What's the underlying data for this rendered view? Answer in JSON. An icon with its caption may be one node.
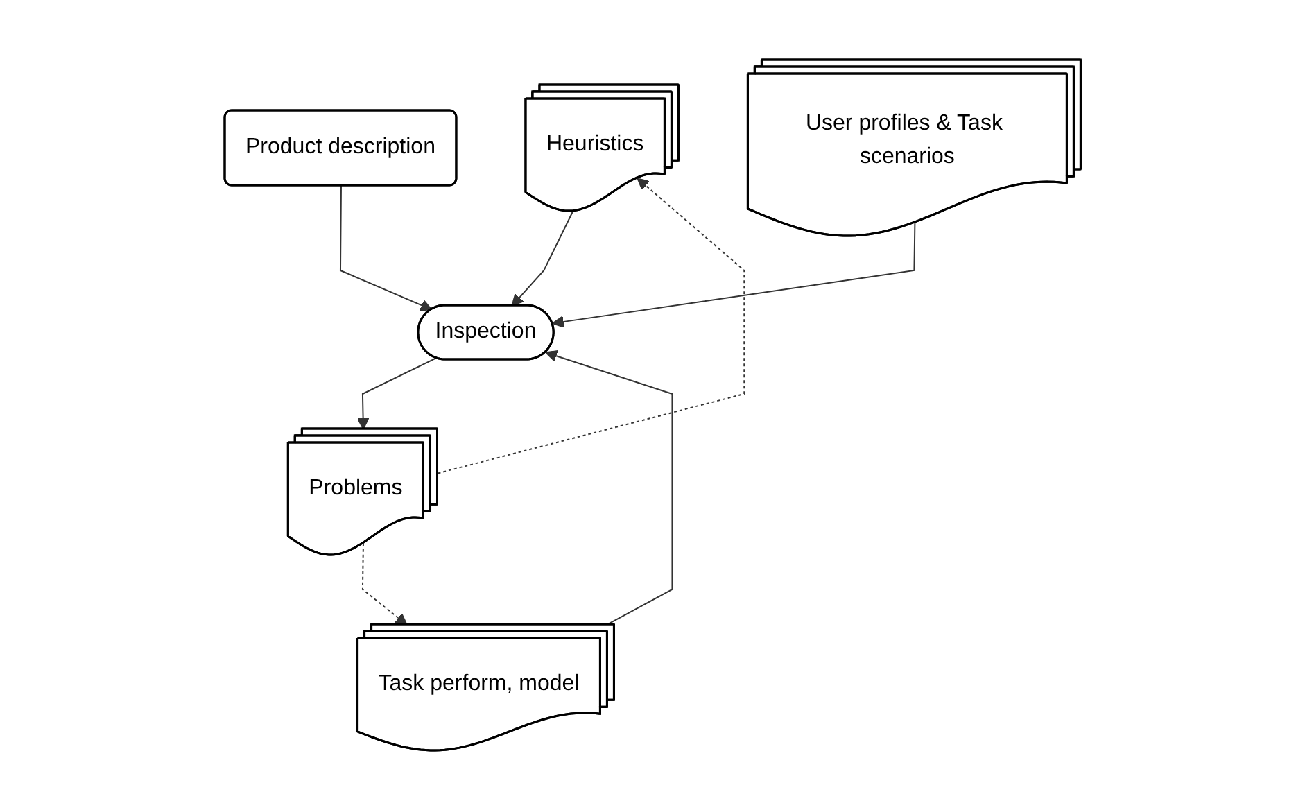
{
  "diagram": {
    "nodes": [
      {
        "text": [
          "Heuristics"
        ]
      },
      {
        "text": [
          "Task perform, model"
        ]
      },
      {
        "text": [
          "Product description"
        ]
      },
      {
        "text": [
          "User profiles & Task scenarios"
        ]
      },
      {
        "text": [
          "Inspection"
        ]
      },
      {
        "text": [
          "Problems"
        ]
      }
    ],
    "edges": [
      {
        "from": 0,
        "to": 4,
        "arrow": "to"
      },
      {
        "from": 1,
        "to": 4,
        "arrow": "to"
      },
      {
        "from": 2,
        "to": 4,
        "arrow": "to"
      },
      {
        "from": 3,
        "to": 4,
        "arrow": "to"
      },
      {
        "from": 4,
        "to": 5,
        "arrow": "to"
      },
      {
        "from": 5,
        "to": 0,
        "arrow": "to",
        "style": "dashed"
      },
      {
        "from": 5,
        "to": 1,
        "arrow": "to",
        "style": "dashed"
      }
    ]
  }
}
